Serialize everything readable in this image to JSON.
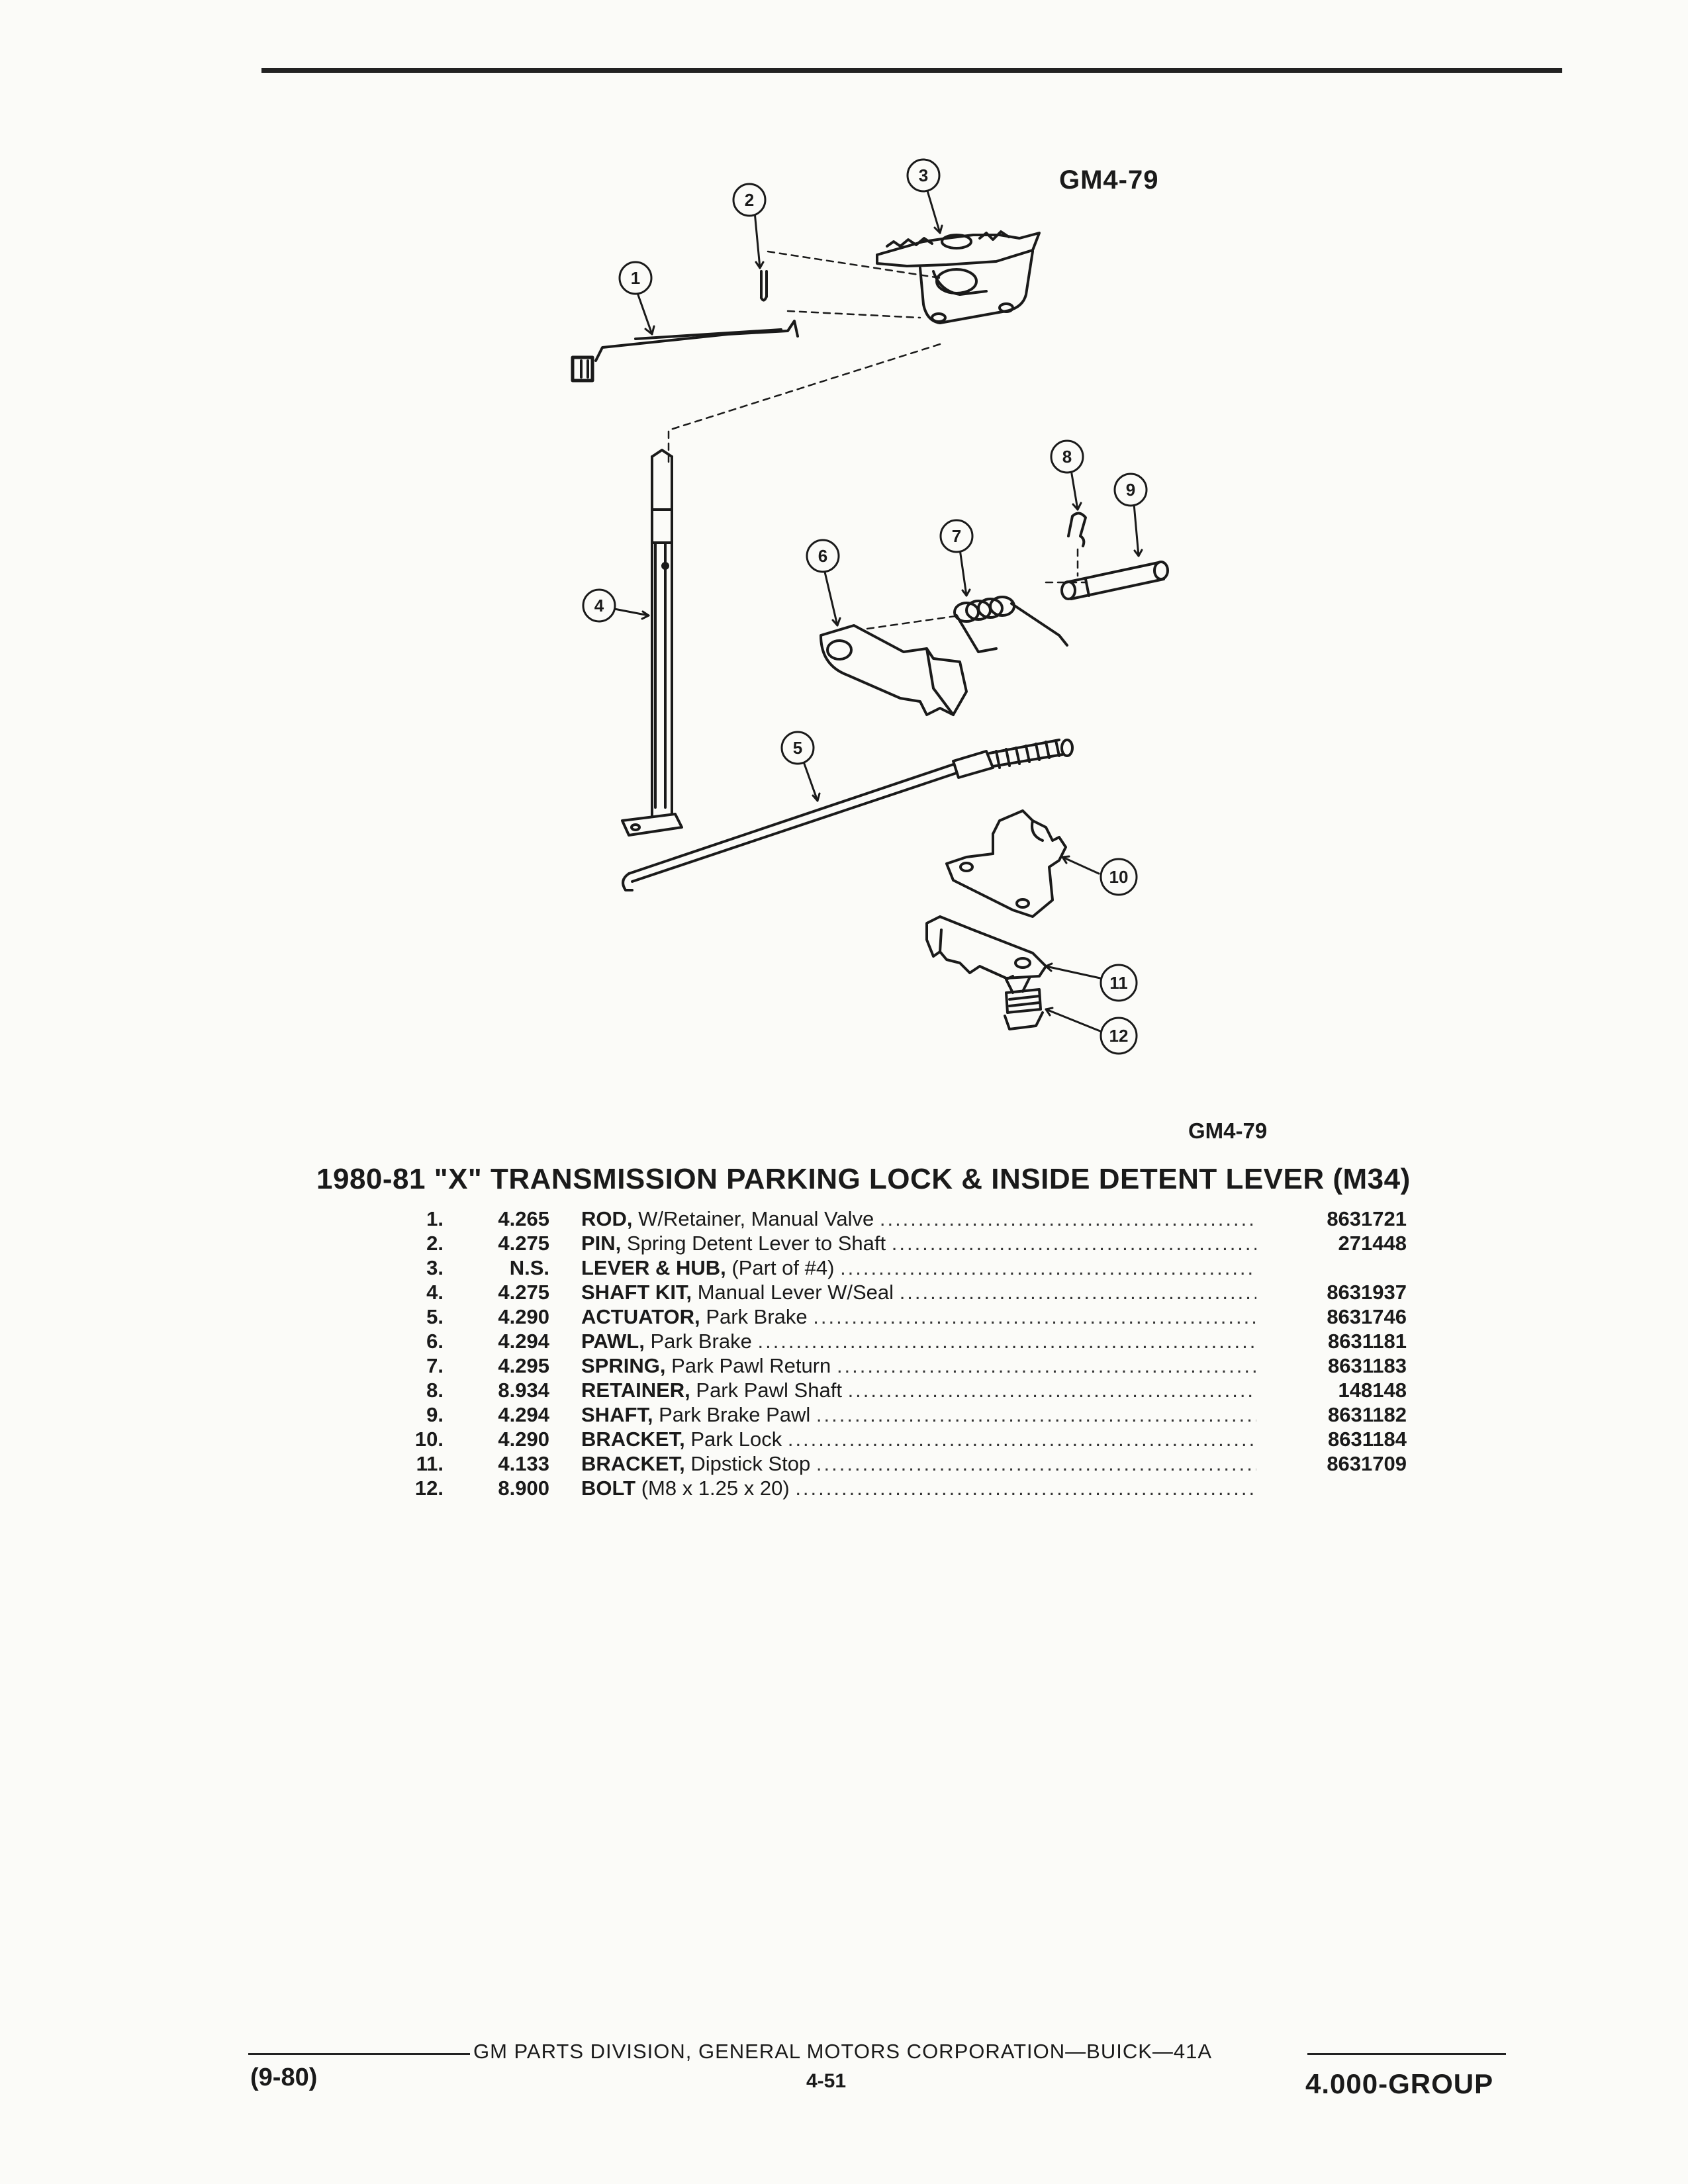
{
  "figure": {
    "code_top": "GM4-79",
    "code_bottom": "GM4-79"
  },
  "callouts": [
    "1",
    "2",
    "3",
    "4",
    "5",
    "6",
    "7",
    "8",
    "9",
    "10",
    "11",
    "12"
  ],
  "title": "1980-81 \"X\" TRANSMISSION PARKING LOCK & INSIDE DETENT LEVER (M34)",
  "parts": [
    {
      "no": "1.",
      "group": "4.265",
      "name": "ROD,",
      "desc": "W/Retainer, Manual Valve",
      "part": "8631721"
    },
    {
      "no": "2.",
      "group": "4.275",
      "name": "PIN,",
      "desc": "Spring Detent Lever to Shaft",
      "part": "271448"
    },
    {
      "no": "3.",
      "group": "N.S.",
      "name": "LEVER & HUB,",
      "desc": "(Part of #4)",
      "part": ""
    },
    {
      "no": "4.",
      "group": "4.275",
      "name": "SHAFT KIT,",
      "desc": "Manual Lever W/Seal",
      "part": "8631937"
    },
    {
      "no": "5.",
      "group": "4.290",
      "name": "ACTUATOR,",
      "desc": "Park Brake",
      "part": "8631746"
    },
    {
      "no": "6.",
      "group": "4.294",
      "name": "PAWL,",
      "desc": "Park Brake",
      "part": "8631181"
    },
    {
      "no": "7.",
      "group": "4.295",
      "name": "SPRING,",
      "desc": "Park Pawl Return",
      "part": "8631183"
    },
    {
      "no": "8.",
      "group": "8.934",
      "name": "RETAINER,",
      "desc": "Park Pawl Shaft",
      "part": "148148"
    },
    {
      "no": "9.",
      "group": "4.294",
      "name": "SHAFT,",
      "desc": "Park Brake Pawl",
      "part": "8631182"
    },
    {
      "no": "10.",
      "group": "4.290",
      "name": "BRACKET,",
      "desc": "Park Lock",
      "part": "8631184"
    },
    {
      "no": "11.",
      "group": "4.133",
      "name": "BRACKET,",
      "desc": "Dipstick Stop",
      "part": "8631709"
    },
    {
      "no": "12.",
      "group": "8.900",
      "name": "BOLT",
      "desc": "(M8 x 1.25 x 20)",
      "part": ""
    }
  ],
  "footer": {
    "division": "GM PARTS DIVISION, GENERAL MOTORS CORPORATION—BUICK—41A",
    "date": "(9-80)",
    "page": "4-51",
    "group": "4.000-GROUP"
  }
}
